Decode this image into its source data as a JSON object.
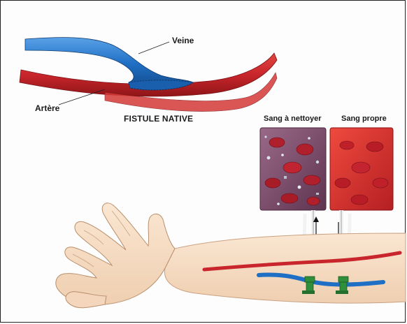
{
  "labels": {
    "vein": "Veine",
    "artery": "Artère",
    "title": "FISTULE NATIVE",
    "dirty_blood": "Sang à nettoyer",
    "clean_blood": "Sang propre"
  },
  "colors": {
    "artery_red": "#c8262c",
    "vein_blue": "#1f6fc4",
    "dirty_panel": "#7a4a6a",
    "clean_panel": "#d6302c",
    "skin": "#f6dcc2",
    "clamp_green": "#2f8f3a"
  }
}
